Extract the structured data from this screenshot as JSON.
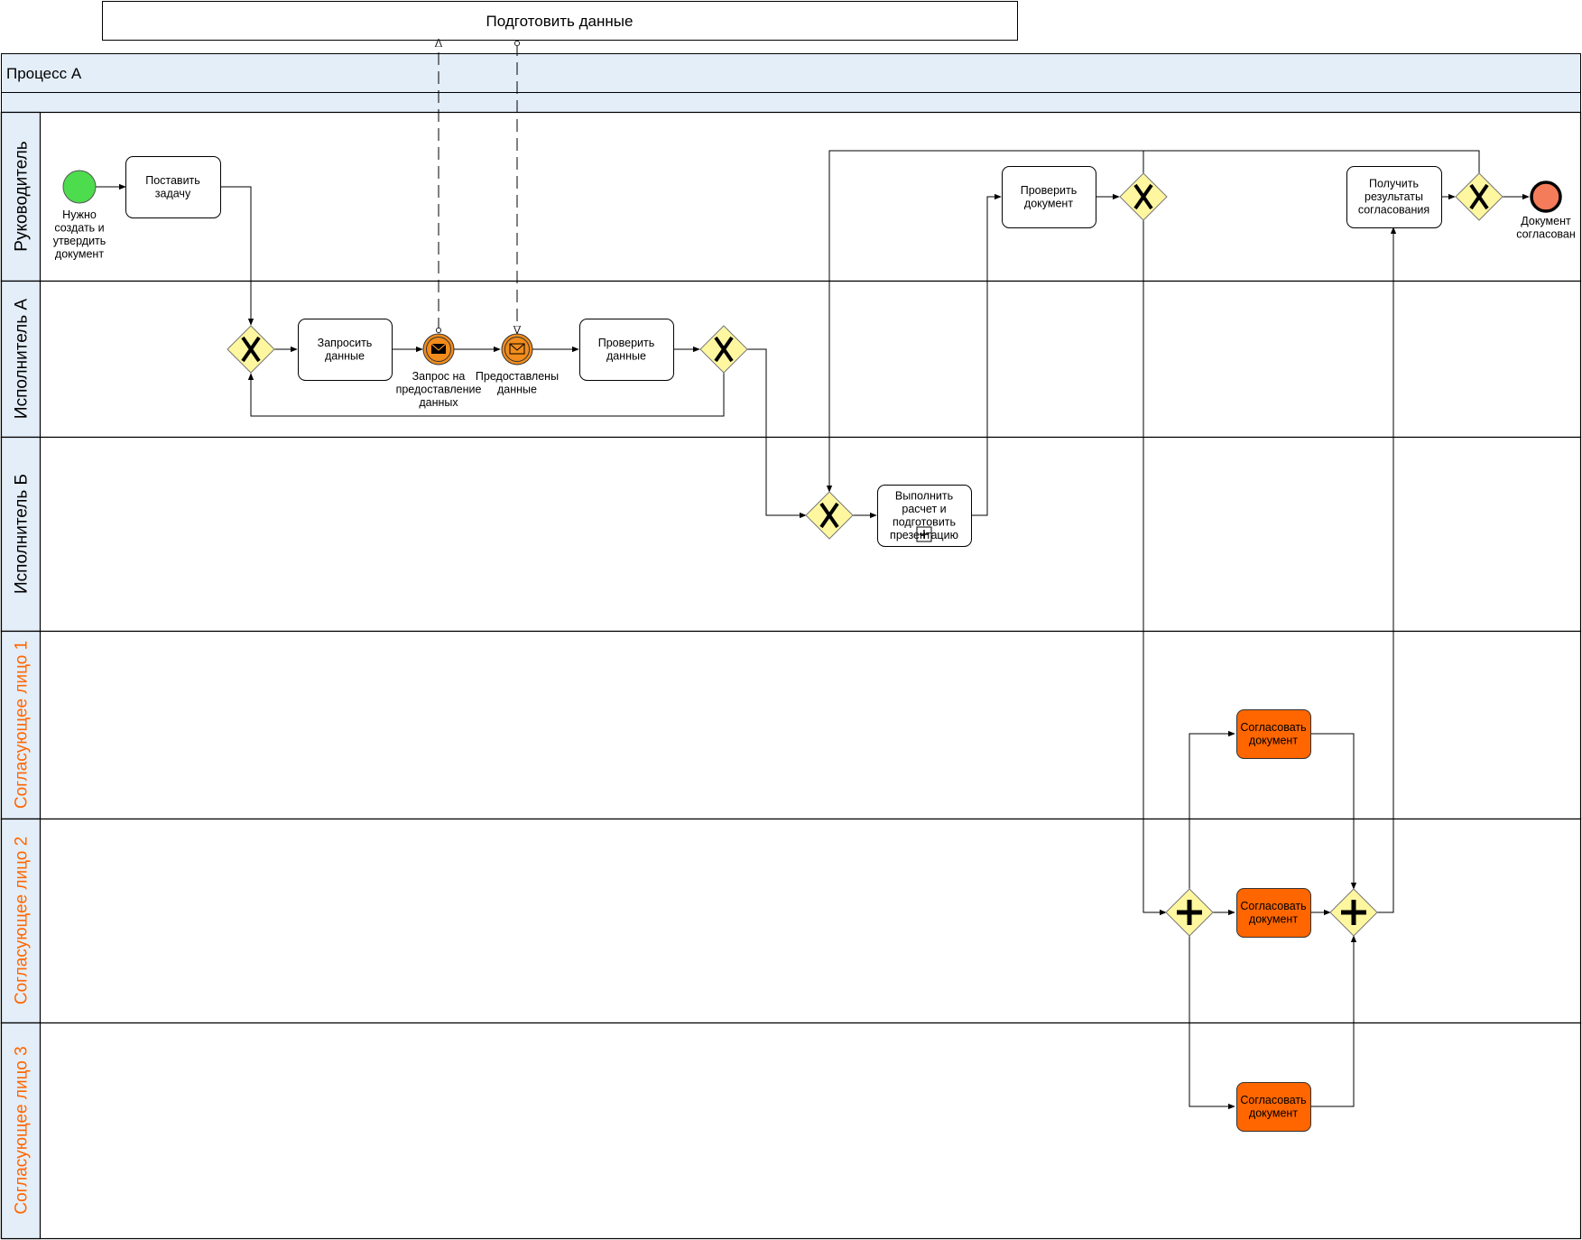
{
  "external_pool": {
    "label": "Подготовить данные"
  },
  "pool": {
    "label": "Процесс А"
  },
  "colors": {
    "pool_header_fill": "#e4eef8",
    "lane_header_fill": "#e4eef8",
    "gateway_fill": "#fff79f",
    "start_event_fill": "#4ddc4d",
    "end_event_fill": "#f47c5b",
    "message_event_fill": "#f28c1c",
    "approver_task_fill": "#ff6600",
    "approver_lane_text": "#ff6600"
  },
  "lanes": [
    {
      "id": "lane-rukovoditel",
      "label": "Руководитель",
      "color": "#000000"
    },
    {
      "id": "lane-ispolnitel-a",
      "label": "Исполнитель А",
      "color": "#000000"
    },
    {
      "id": "lane-ispolnitel-b",
      "label": "Исполнитель Б",
      "color": "#000000"
    },
    {
      "id": "lane-soglasuyushchee-1",
      "label": "Согласующее лицо 1",
      "color": "#ff6600"
    },
    {
      "id": "lane-soglasuyushchee-2",
      "label": "Согласующее лицо 2",
      "color": "#ff6600"
    },
    {
      "id": "lane-soglasuyushchee-3",
      "label": "Согласующее лицо 3",
      "color": "#ff6600"
    }
  ],
  "tasks": {
    "postavit_zadachu": [
      "Поставить",
      "задачу"
    ],
    "zaprosit_dannye": [
      "Запросить",
      "данные"
    ],
    "proverit_dannye": [
      "Проверить",
      "данные"
    ],
    "vypolnit_raschet": [
      "Выполнить",
      "расчет и",
      "подготовить",
      "презентацию"
    ],
    "proverit_dokument": [
      "Проверить",
      "документ"
    ],
    "poluchit_rezultaty": [
      "Получить",
      "результаты",
      "согласования"
    ],
    "soglasovat_1": [
      "Согласовать",
      "документ"
    ],
    "soglasovat_2": [
      "Согласовать",
      "документ"
    ],
    "soglasovat_3": [
      "Согласовать",
      "документ"
    ]
  },
  "events": {
    "start": [
      "Нужно",
      "создать и",
      "утвердить",
      "документ"
    ],
    "msg_send": [
      "Запрос на",
      "предоставление",
      "данных"
    ],
    "msg_receive": [
      "Предоставлены",
      "данные"
    ],
    "end": [
      "Документ",
      "согласован"
    ]
  }
}
